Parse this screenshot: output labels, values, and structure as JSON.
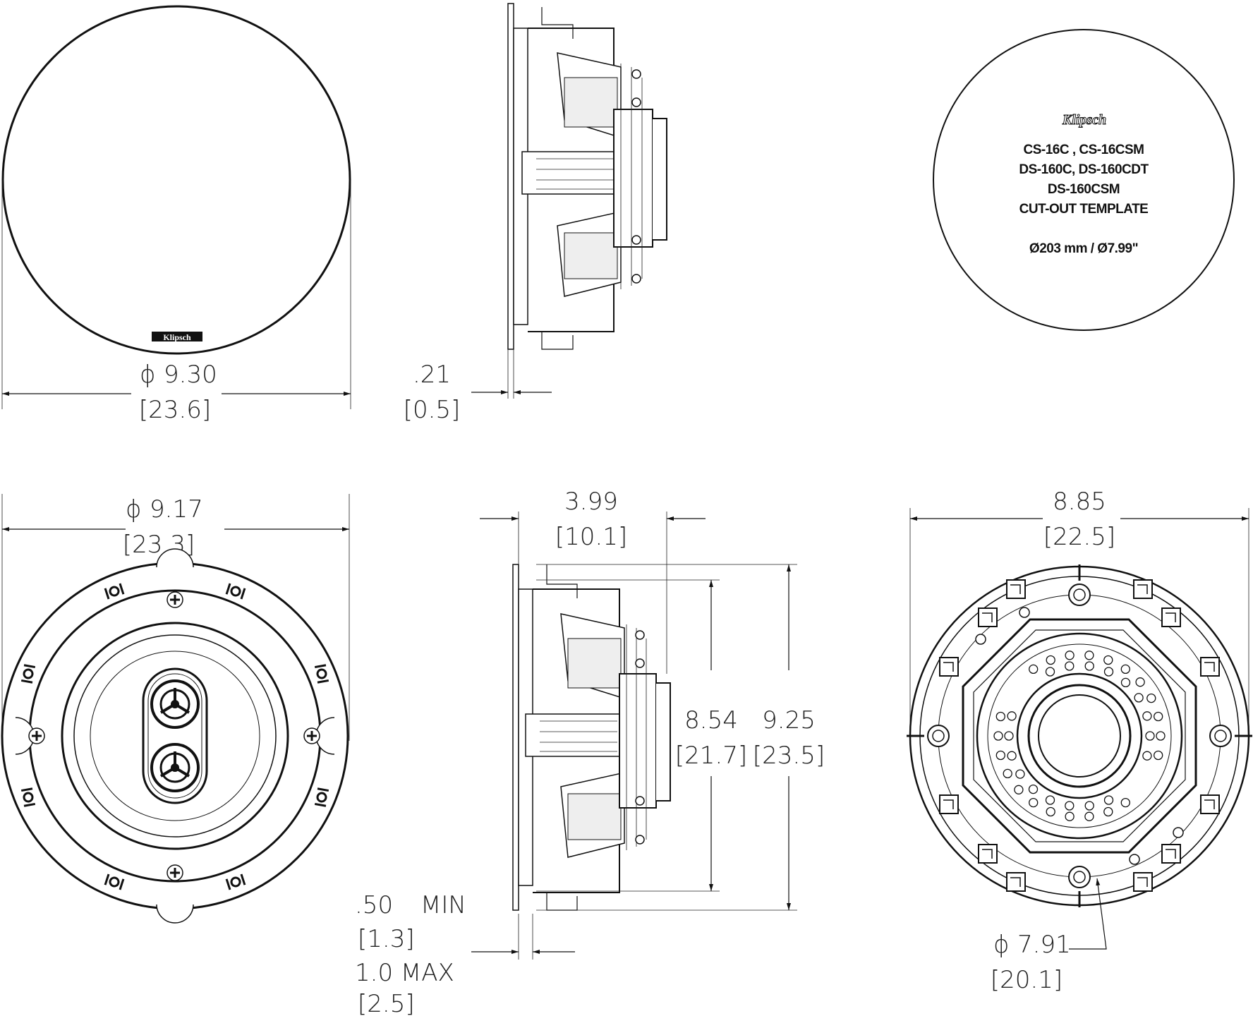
{
  "logo": {
    "brand": "Klipsch"
  },
  "front_grille": {
    "diameter_in": "9.30",
    "diameter_cm": "[23.6]",
    "diameter_symbol": "ϕ"
  },
  "side_top": {
    "flange_in": ".21",
    "flange_cm": "[0.5]"
  },
  "front_view": {
    "diameter_in": "9.17",
    "diameter_cm": "[23.3]",
    "diameter_symbol": "ϕ"
  },
  "side_bottom": {
    "depth_in": "3.99",
    "depth_cm": "[10.1]",
    "inner_height_in": "8.54",
    "inner_height_cm": "[21.7]",
    "outer_height_in": "9.25",
    "outer_height_cm": "[23.5]",
    "min_in": ".50",
    "min_label": "MIN",
    "min_cm": "[1.3]",
    "max_label": "1.0 MAX",
    "max_cm": "[2.5]"
  },
  "rear_view": {
    "width_in": "8.85",
    "width_cm": "[22.5]",
    "cutout_in": "7.91",
    "cutout_cm": "[20.1]",
    "diameter_symbol": "ϕ"
  },
  "template": {
    "brand": "Klipsch",
    "lines": [
      "CS-16C , CS-16CSM",
      "DS-160C, DS-160CDT",
      "DS-160CSM",
      "CUT-OUT TEMPLATE"
    ],
    "size": "Ø203 mm / Ø7.99\""
  }
}
